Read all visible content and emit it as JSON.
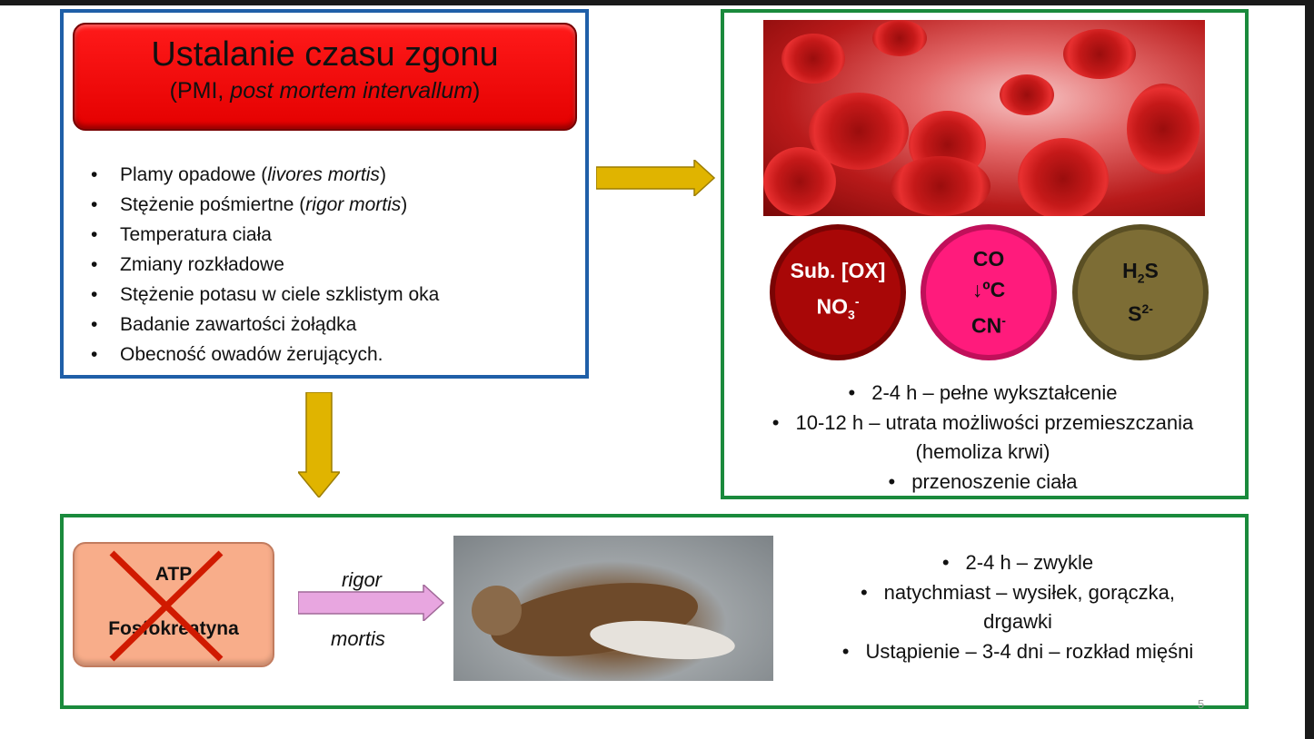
{
  "title": {
    "main": "Ustalanie czasu zgonu",
    "sub_prefix": "(PMI, ",
    "sub_italic": "post mortem intervallum",
    "sub_suffix": ")"
  },
  "methods": [
    {
      "text": "Plamy opadowe (",
      "italic": "livores mortis",
      "end": ")"
    },
    {
      "text": "Stężenie pośmiertne (",
      "italic": "rigor mortis",
      "end": ")"
    },
    {
      "text": "Temperatura ciała",
      "italic": "",
      "end": ""
    },
    {
      "text": "Zmiany rozkładowe",
      "italic": "",
      "end": ""
    },
    {
      "text": "Stężenie potasu w ciele szklistym oka",
      "italic": "",
      "end": ""
    },
    {
      "text": "Badanie zawartości żołądka",
      "italic": "",
      "end": ""
    },
    {
      "text": "Obecność owadów żerujących.",
      "italic": "",
      "end": ""
    }
  ],
  "livor": {
    "circles": [
      {
        "l1": "Sub. [OX]",
        "l2a": "NO",
        "l2sub": "3",
        "l2sup": "-"
      },
      {
        "l1": "CO",
        "l2": "↓ºC",
        "l3a": "CN",
        "l3sup": "-"
      },
      {
        "l1a": "H",
        "l1sub": "2",
        "l1b": "S",
        "l2a": "S",
        "l2sup": "2-"
      }
    ],
    "notes": [
      "2-4 h – pełne wykształcenie",
      "10-12 h – utrata możliwości przemieszczania",
      "(hemoliza krwi)",
      "przenoszenie ciała"
    ]
  },
  "rigor": {
    "box": [
      "ATP",
      "Fosfokreatyna"
    ],
    "arrow_top": "rigor",
    "arrow_bottom": "mortis",
    "notes": [
      "2-4 h – zwykle",
      "natychmiast – wysiłek, gorączka,",
      "drgawki",
      "Ustąpienie – 3-4 dni – rozkład mięśni"
    ]
  },
  "page_number": "5",
  "colors": {
    "blue_border": "#1f5fa8",
    "green_border": "#1a8a3c",
    "arrow_yellow": "#e0b400",
    "arrow_pink": "#e8a6e0"
  }
}
